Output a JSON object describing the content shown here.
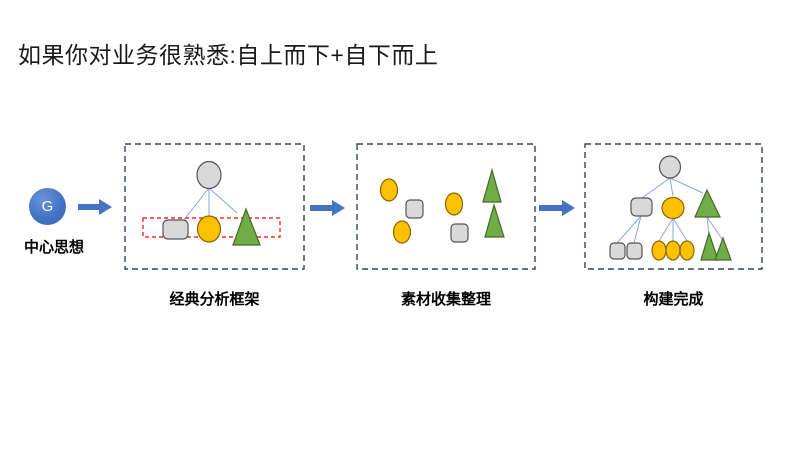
{
  "slide": {
    "title": "如果你对业务很熟悉:自上而下+自下而上"
  },
  "start": {
    "node_label": "G",
    "caption": "中心思想"
  },
  "steps": [
    {
      "caption": "经典分析框架",
      "shapes": [
        "root-ellipse",
        "rounded-rect",
        "circle",
        "triangle",
        "red-dashed-highlight-rect"
      ]
    },
    {
      "caption": "素材收集整理",
      "shapes": [
        "ellipse",
        "rounded-square",
        "ellipse",
        "ellipse",
        "rounded-square",
        "triangle",
        "triangle"
      ]
    },
    {
      "caption": "构建完成",
      "shapes": [
        "root-ellipse",
        "rounded-rect",
        "circle",
        "triangle",
        "rounded-square-x2",
        "small-ellipse-x3",
        "small-triangle-x2"
      ]
    }
  ],
  "colors": {
    "accent_blue": "#4472C4",
    "shape_orange": "#FFC000",
    "shape_green": "#70AD47",
    "shape_gray": "#D9D9D9",
    "highlight_red": "#FF0000",
    "box_border": "#33425B",
    "connector_blue": "#8AA5D8",
    "background": "#FFFFFF"
  }
}
